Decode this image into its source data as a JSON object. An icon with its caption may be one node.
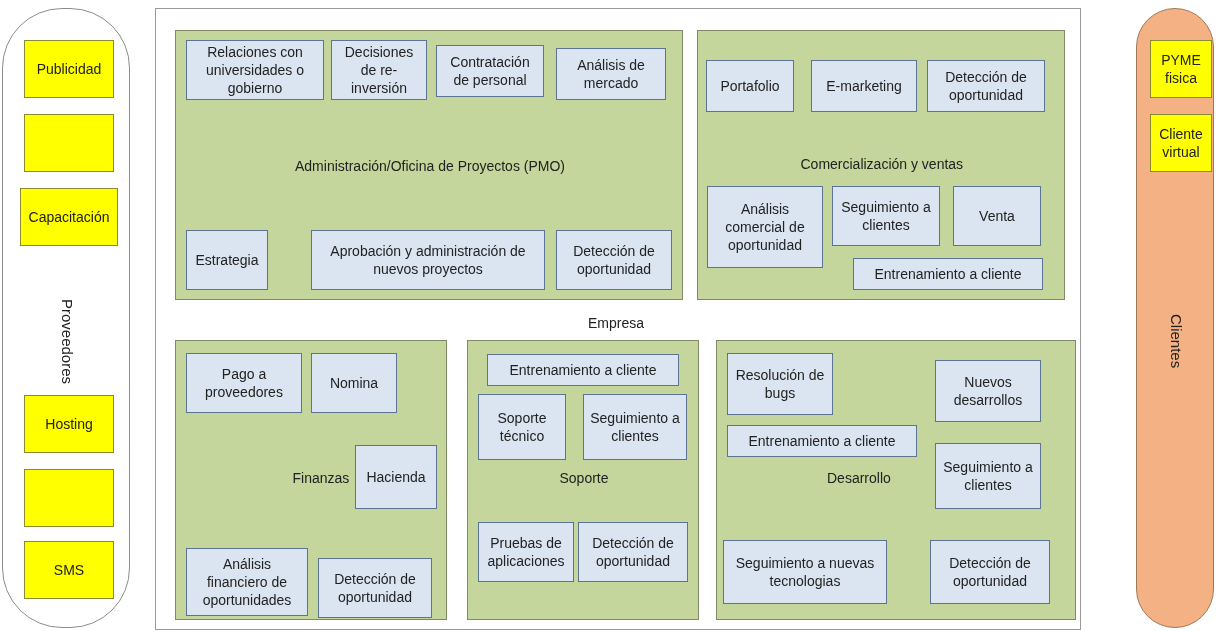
{
  "diagram": {
    "nodes": [
      {
        "text": [
          "Proveedores"
        ]
      },
      {
        "text": [
          "Publicidad"
        ],
        "in": 0
      },
      {
        "text": [],
        "shape": "box",
        "in": 0
      },
      {
        "text": [
          "Capacitación"
        ],
        "in": 0
      },
      {
        "text": [
          "Hosting"
        ],
        "in": 0
      },
      {
        "text": [],
        "shape": "box",
        "in": 0
      },
      {
        "text": [
          "SMS"
        ],
        "in": 0
      },
      {
        "text": [
          "Empresa"
        ]
      },
      {
        "text": [
          "Administración/Oficina de Proyectos (PMO)"
        ],
        "in": 7
      },
      {
        "text": [
          "Relaciones con universidades o gobierno"
        ],
        "in": 8
      },
      {
        "text": [
          "Decisiones de re-inversión"
        ],
        "in": 8
      },
      {
        "text": [
          "Contratación de personal"
        ],
        "in": 8
      },
      {
        "text": [
          "Análisis de mercado"
        ],
        "in": 8
      },
      {
        "text": [
          "Estrategia"
        ],
        "in": 8
      },
      {
        "text": [
          "Aprobación y administración de nuevos proyectos"
        ],
        "in": 8
      },
      {
        "text": [
          "Detección de oportunidad"
        ],
        "in": 8
      },
      {
        "text": [
          "Comercialización y ventas"
        ],
        "in": 7
      },
      {
        "text": [
          "Portafolio"
        ],
        "in": 16
      },
      {
        "text": [
          "E-marketing"
        ],
        "in": 16
      },
      {
        "text": [
          "Detección de oportunidad"
        ],
        "in": 16
      },
      {
        "text": [
          "Análisis comercial de oportunidad"
        ],
        "in": 16
      },
      {
        "text": [
          "Seguimiento a clientes"
        ],
        "in": 16
      },
      {
        "text": [
          "Venta"
        ],
        "in": 16
      },
      {
        "text": [
          "Entrenamiento a cliente"
        ],
        "in": 16
      },
      {
        "text": [
          "Finanzas"
        ],
        "in": 7
      },
      {
        "text": [
          "Pago a proveedores"
        ],
        "in": 24
      },
      {
        "text": [
          "Nomina"
        ],
        "in": 24
      },
      {
        "text": [
          "Hacienda"
        ],
        "in": 24
      },
      {
        "text": [
          "Análisis financiero de oportunidades"
        ],
        "in": 24
      },
      {
        "text": [
          "Detección de oportunidad"
        ],
        "in": 24
      },
      {
        "text": [
          "Soporte"
        ],
        "in": 7
      },
      {
        "text": [
          "Entrenamiento a cliente"
        ],
        "in": 30
      },
      {
        "text": [
          "Soporte técnico"
        ],
        "in": 30
      },
      {
        "text": [
          "Seguimiento a clientes"
        ],
        "in": 30
      },
      {
        "text": [
          "Pruebas de aplicaciones"
        ],
        "in": 30
      },
      {
        "text": [
          "Detección de oportunidad"
        ],
        "in": 30
      },
      {
        "text": [
          "Desarrollo"
        ],
        "in": 7
      },
      {
        "text": [
          "Resolución de bugs"
        ],
        "in": 36
      },
      {
        "text": [
          "Nuevos desarrollos"
        ],
        "in": 36
      },
      {
        "text": [
          "Entrenamiento a cliente"
        ],
        "in": 36
      },
      {
        "text": [
          "Seguimiento a clientes"
        ],
        "in": 36
      },
      {
        "text": [
          "Seguimiento a nuevas tecnologias"
        ],
        "in": 36
      },
      {
        "text": [
          "Detección de oportunidad"
        ],
        "in": 36
      },
      {
        "text": [
          "Clientes"
        ]
      },
      {
        "text": [
          "PYME fisica"
        ],
        "in": 43
      },
      {
        "text": [
          "Cliente virtual"
        ],
        "in": 43
      }
    ]
  }
}
